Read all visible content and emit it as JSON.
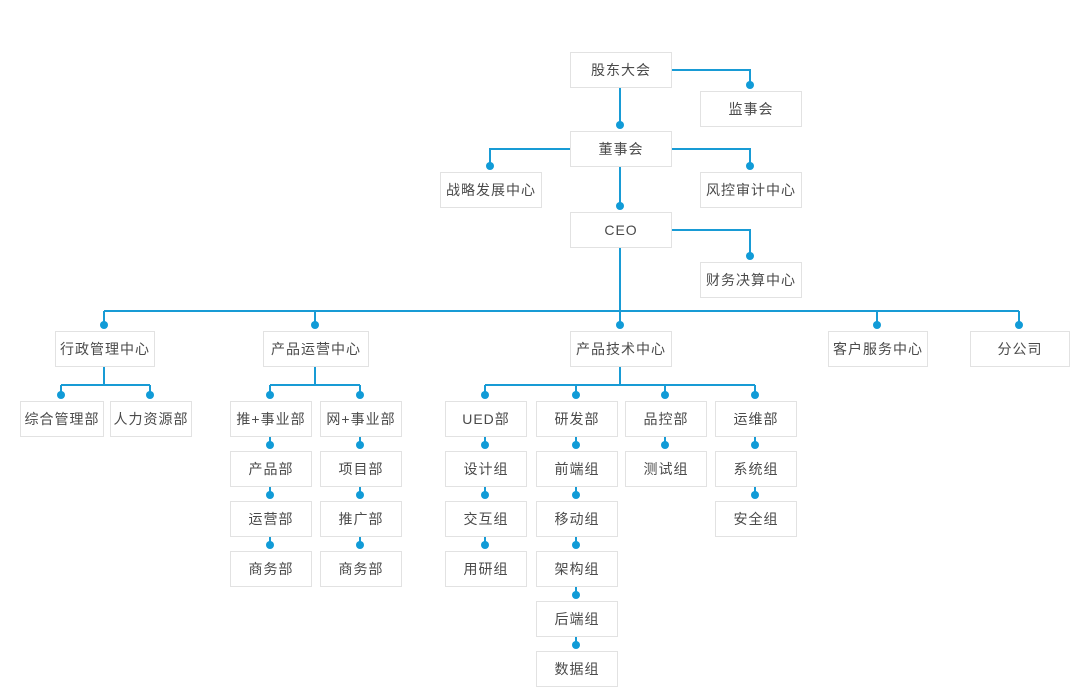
{
  "diagram_type": "org-chart",
  "colors": {
    "line": "#189bd5",
    "dot": "#119bd7",
    "box_border": "#e2e2e2",
    "box_background": "#ffffff",
    "text": "#4a4a4a",
    "background": "#ffffff"
  },
  "nodes": {
    "shareholders": {
      "label": "股东大会"
    },
    "supervisory": {
      "label": "监事会"
    },
    "board": {
      "label": "董事会"
    },
    "strategy": {
      "label": "战略发展中心"
    },
    "risk_audit": {
      "label": "风控审计中心"
    },
    "ceo": {
      "label": "CEO"
    },
    "finance": {
      "label": "财务决算中心"
    },
    "admin_center": {
      "label": "行政管理中心"
    },
    "general_dept": {
      "label": "综合管理部"
    },
    "hr_dept": {
      "label": "人力资源部"
    },
    "ops_center": {
      "label": "产品运营中心"
    },
    "tui_bu": {
      "label": "推+事业部"
    },
    "tui_product_dept": {
      "label": "产品部"
    },
    "tui_operation_dept": {
      "label": "运营部"
    },
    "tui_business_dept": {
      "label": "商务部"
    },
    "wang_bu": {
      "label": "网+事业部"
    },
    "wang_project_dept": {
      "label": "项目部"
    },
    "wang_promotion_dept": {
      "label": "推广部"
    },
    "wang_business_dept": {
      "label": "商务部"
    },
    "tech_center": {
      "label": "产品技术中心"
    },
    "ued_dept": {
      "label": "UED部"
    },
    "design_group": {
      "label": "设计组"
    },
    "interaction_group": {
      "label": "交互组"
    },
    "research_group": {
      "label": "用研组"
    },
    "rd_dept": {
      "label": "研发部"
    },
    "frontend_group": {
      "label": "前端组"
    },
    "mobile_group": {
      "label": "移动组"
    },
    "arch_group": {
      "label": "架构组"
    },
    "backend_group": {
      "label": "后端组"
    },
    "data_group": {
      "label": "数据组"
    },
    "qc_dept": {
      "label": "品控部"
    },
    "test_group": {
      "label": "测试组"
    },
    "devops_dept": {
      "label": "运维部"
    },
    "system_group": {
      "label": "系统组"
    },
    "security_group": {
      "label": "安全组"
    },
    "service_center": {
      "label": "客户服务中心"
    },
    "branch_company": {
      "label": "分公司"
    }
  }
}
